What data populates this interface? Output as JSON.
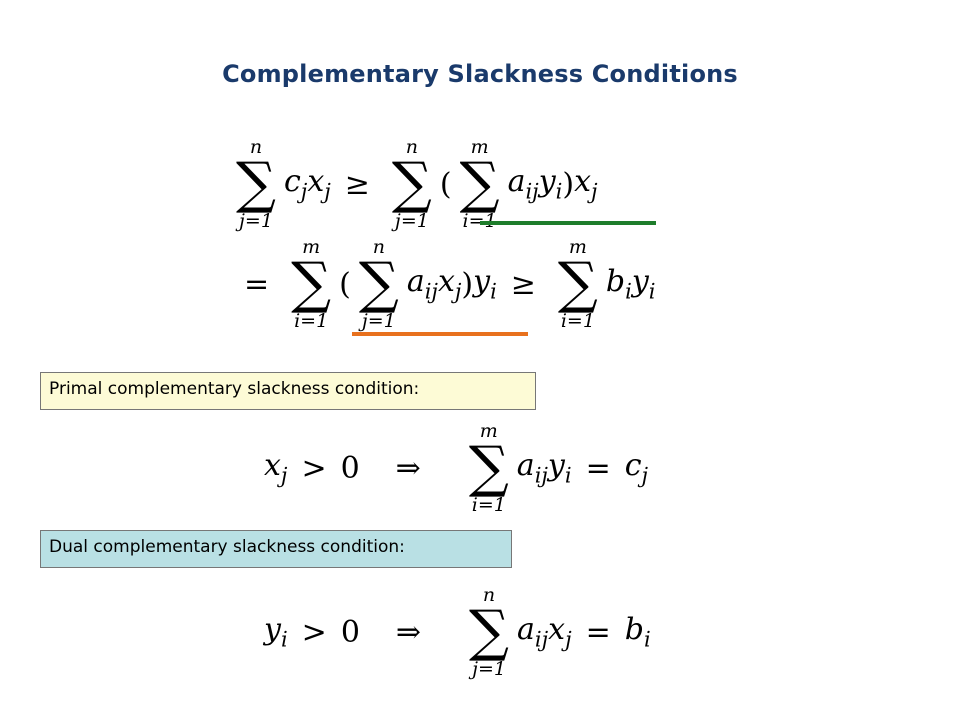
{
  "title": "Complementary Slackness Conditions",
  "colors": {
    "title": "#1a3a6b",
    "underline_green": "#1e7d2b",
    "underline_orange": "#e8711e",
    "primal_box_bg": "#fdfbd6",
    "dual_box_bg": "#b9e0e4"
  },
  "boxes": {
    "primal_label": "Primal complementary slackness condition:",
    "dual_label": "Dual complementary slackness condition:"
  },
  "symbols": {
    "sum": "∑",
    "geq": "≥",
    "eq": "=",
    "implies": "⇒",
    "gt": ">",
    "zero": "0",
    "lparen": "(",
    "rparen": ")"
  },
  "limits": {
    "j_eq_1": "j=1",
    "i_eq_1": "i=1",
    "n": "n",
    "m": "m"
  },
  "vars": {
    "c": "c",
    "x": "x",
    "y": "y",
    "a": "a",
    "b": "b",
    "j": "j",
    "i": "i",
    "ij": "ij"
  }
}
